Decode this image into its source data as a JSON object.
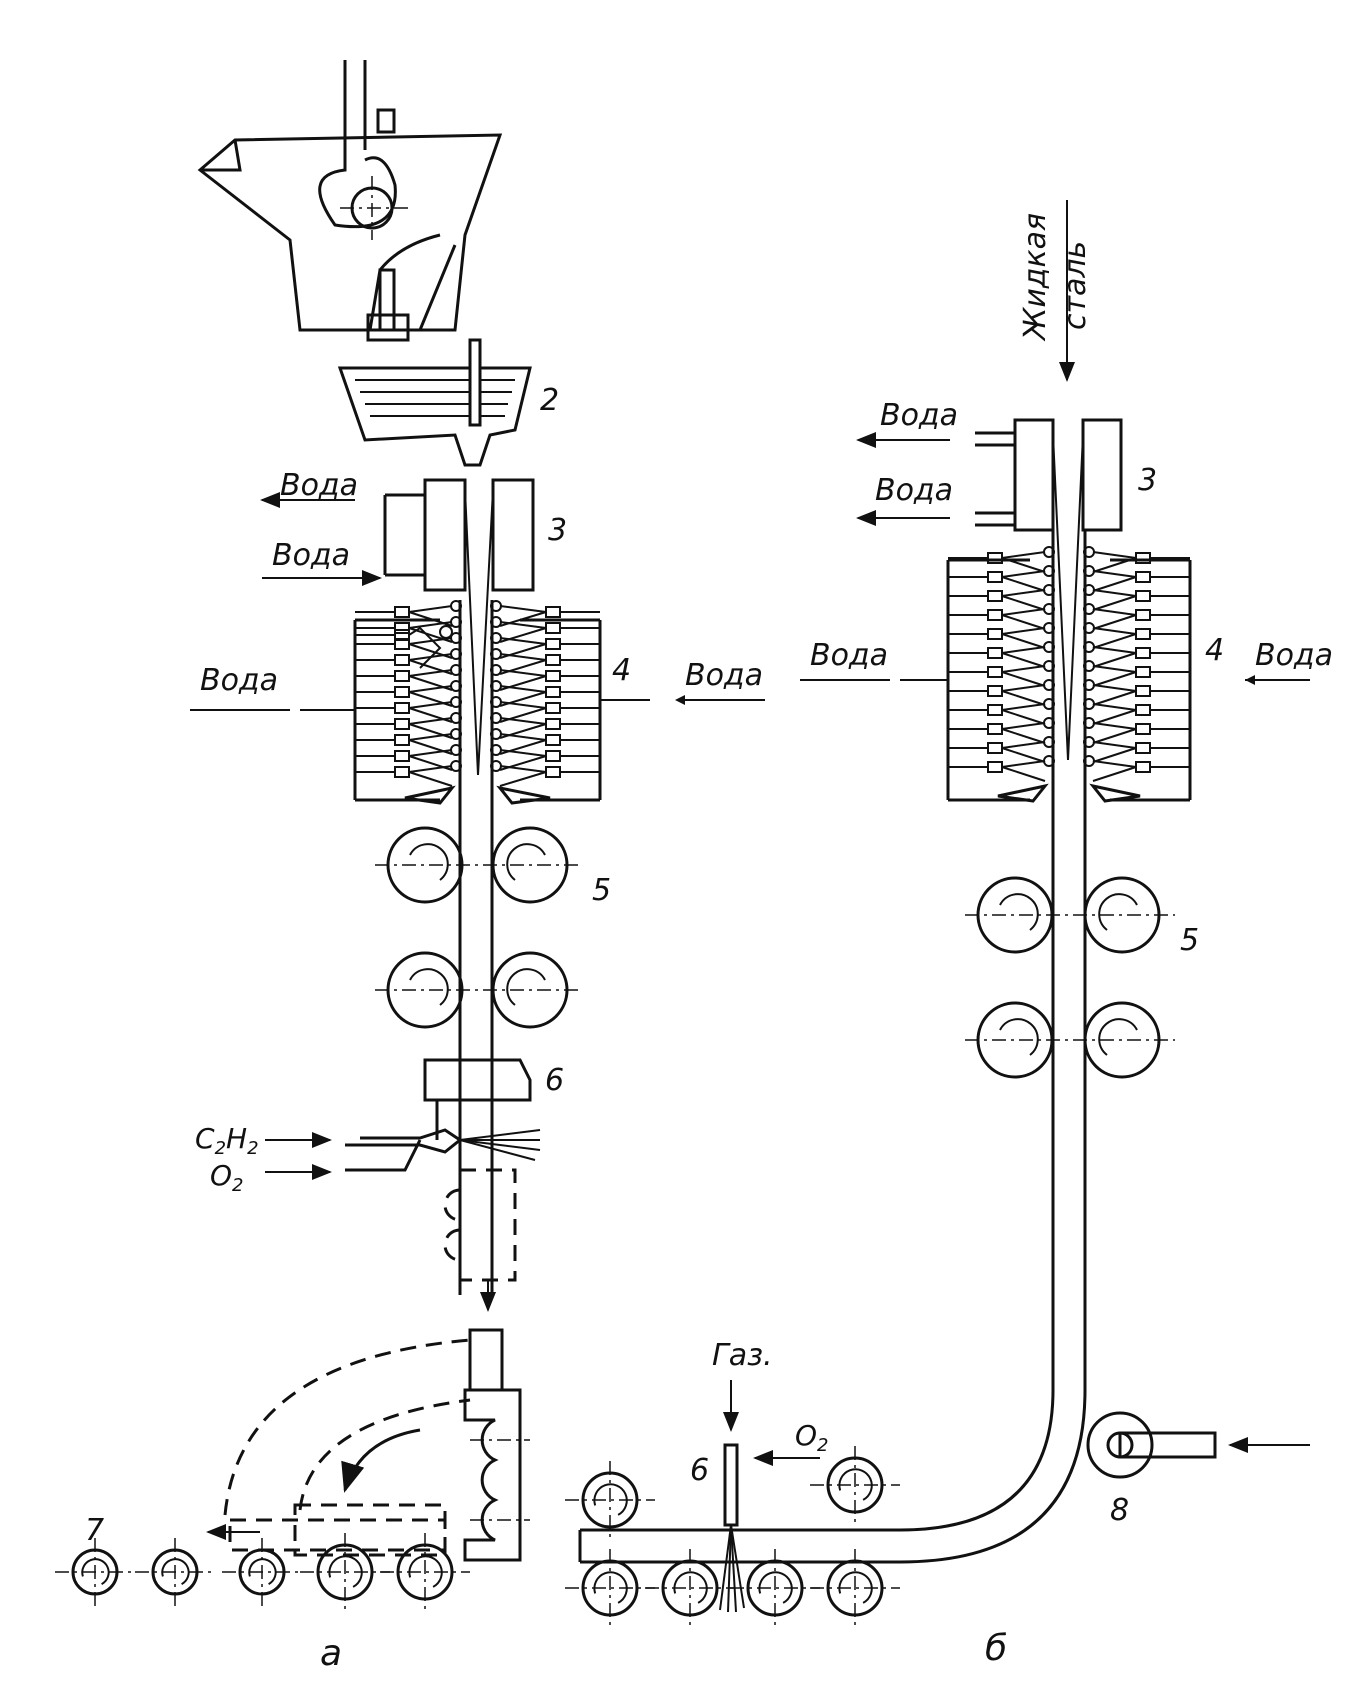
{
  "labels": {
    "water": "Вода",
    "liquid_steel_1": "Жидкая",
    "liquid_steel_2": "сталь",
    "gas": "Газ.",
    "o2": "O",
    "o2_sub": "2",
    "c2h2": "C",
    "c2h2_sub1": "2",
    "c2h2_h": "H",
    "c2h2_sub2": "2",
    "o2_left": "O",
    "o2_left_sub": "2"
  },
  "numbers": {
    "n2": "2",
    "n3": "3",
    "n4": "4",
    "n5": "5",
    "n6": "6",
    "n7": "7",
    "n8": "8"
  },
  "subfigures": {
    "a": "а",
    "b": "б"
  }
}
